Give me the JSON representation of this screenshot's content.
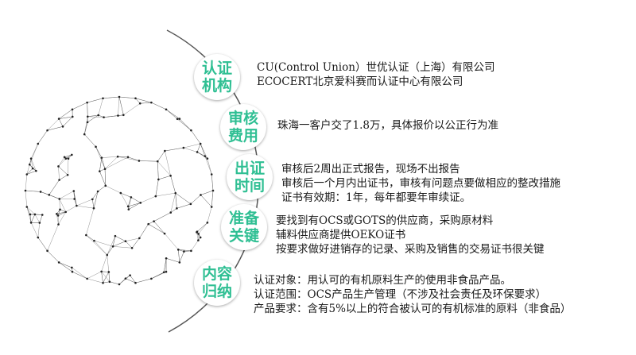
{
  "sections": [
    {
      "badge": [
        "认证",
        "机构"
      ],
      "lines": [
        "CU(Control Union）世优认证（上海）有限公司",
        "ECOCERT北京爱科赛而认证中心有限公司"
      ]
    },
    {
      "badge": [
        "审核",
        "费用"
      ],
      "lines": [
        "珠海一客户交了1.8万，具体报价以公正行为准"
      ]
    },
    {
      "badge": [
        "出证",
        "时间"
      ],
      "lines": [
        "审核后2周出正式报告，现场不出报告",
        "审核后一个月内出证书，审核有问题点要做相应的整改措施",
        "证书有效期：1年，每年都要年审续证。"
      ]
    },
    {
      "badge": [
        "准备",
        "关键"
      ],
      "lines": [
        "要找到有OCS或GOTS的供应商，采购原材料",
        "辅料供应商提供OEKO证书",
        "按要求做好进销存的记录、采购及销售的交易证书很关键"
      ]
    },
    {
      "badge": [
        "内容",
        "归纳"
      ],
      "lines": [
        "认证对象：用认可的有机原料生产的使用非食品产品。",
        "认证范围：OCS产品生产管理（不涉及社会责任及环保要求）",
        "产品要求：含有5%以上的符合被认可的有机标准的原料（非食品）"
      ]
    }
  ],
  "colors": {
    "badge_text": "#2fbf93",
    "arc": "#555555",
    "sphere": "#333333"
  }
}
